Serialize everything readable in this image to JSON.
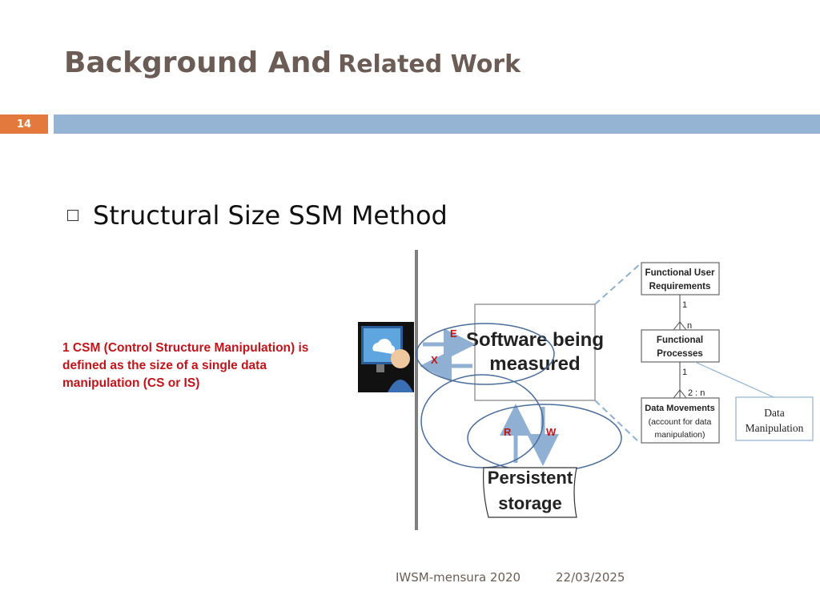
{
  "slide": {
    "title_part1": "Background And",
    "title_part2": "Related Work",
    "page_number": "14"
  },
  "bullet": {
    "text": "Structural Size SSM Method"
  },
  "note": {
    "text": "1 CSM (Control Structure Manipulation)  is defined as the size of a single data manipulation (CS or IS)"
  },
  "diagram": {
    "software_line1": "Software being",
    "software_line2": "measured",
    "label_e": "E",
    "label_x": "X",
    "label_r": "R",
    "label_w": "W",
    "storage_line1": "Persistent",
    "storage_line2": "storage",
    "fur_line1": "Functional User",
    "fur_line2": "Requirements",
    "fp_line1": "Functional",
    "fp_line2": "Processes",
    "dm_line1": "Data Movements",
    "dm_line2": "(account for data",
    "dm_line3": "manipulation)",
    "mult1_top": "1",
    "mult1_bottom": "n",
    "mult2_top": "1",
    "mult2_bottom": "2 : n",
    "callout_line1": "Data",
    "callout_line2": "Manipulation",
    "colors": {
      "red_label": "#c0141b",
      "arrow": "#8fb0d3",
      "ellipse": "#4a6d9a"
    }
  },
  "footer": {
    "conference": "IWSM-mensura 2020",
    "date": "22/03/2025"
  }
}
